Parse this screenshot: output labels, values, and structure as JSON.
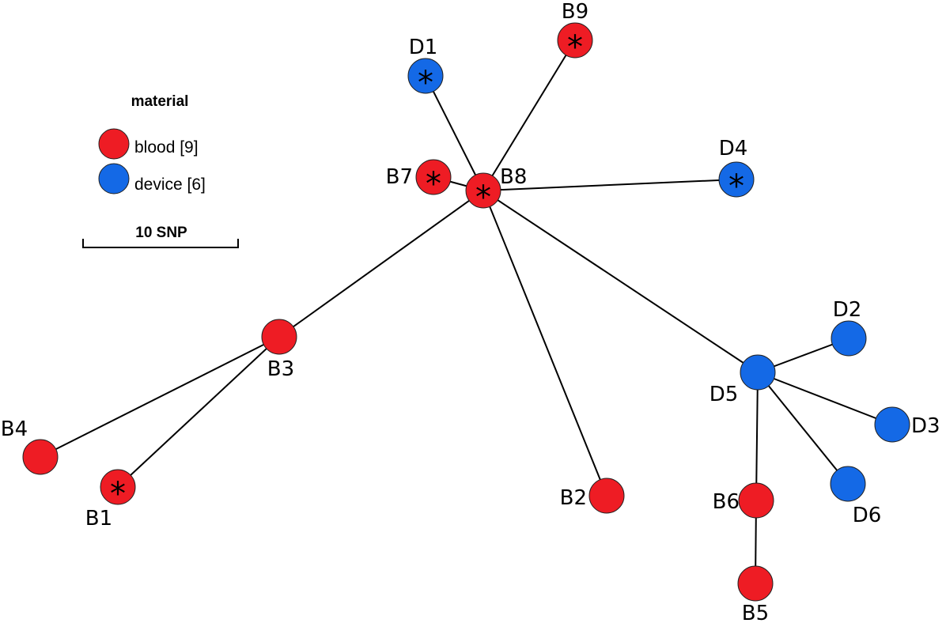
{
  "legend": {
    "title": "material",
    "items": [
      {
        "key": "blood",
        "label": "blood [9]",
        "color": "#ee1c24"
      },
      {
        "key": "device",
        "label": "device [6]",
        "color": "#1469e6"
      }
    ]
  },
  "scale_bar": {
    "label": "10 SNP"
  },
  "star_glyph": "*",
  "nodes": [
    {
      "id": "B8",
      "label": "B8",
      "material": "blood",
      "marked": true
    },
    {
      "id": "B7",
      "label": "B7",
      "material": "blood",
      "marked": true
    },
    {
      "id": "B9",
      "label": "B9",
      "material": "blood",
      "marked": true
    },
    {
      "id": "D1",
      "label": "D1",
      "material": "device",
      "marked": true
    },
    {
      "id": "D4",
      "label": "D4",
      "material": "device",
      "marked": true
    },
    {
      "id": "B3",
      "label": "B3",
      "material": "blood",
      "marked": false
    },
    {
      "id": "B4",
      "label": "B4",
      "material": "blood",
      "marked": false
    },
    {
      "id": "B1",
      "label": "B1",
      "material": "blood",
      "marked": true
    },
    {
      "id": "B2",
      "label": "B2",
      "material": "blood",
      "marked": false
    },
    {
      "id": "D5",
      "label": "D5",
      "material": "device",
      "marked": false
    },
    {
      "id": "D2",
      "label": "D2",
      "material": "device",
      "marked": false
    },
    {
      "id": "D3",
      "label": "D3",
      "material": "device",
      "marked": false
    },
    {
      "id": "D6",
      "label": "D6",
      "material": "device",
      "marked": false
    },
    {
      "id": "B6",
      "label": "B6",
      "material": "blood",
      "marked": false
    },
    {
      "id": "B5",
      "label": "B5",
      "material": "blood",
      "marked": false
    }
  ],
  "edges": [
    [
      "B8",
      "D1"
    ],
    [
      "B8",
      "B9"
    ],
    [
      "B8",
      "B7"
    ],
    [
      "B8",
      "D4"
    ],
    [
      "B8",
      "B3"
    ],
    [
      "B8",
      "B2"
    ],
    [
      "B8",
      "D5"
    ],
    [
      "B3",
      "B4"
    ],
    [
      "B3",
      "B1"
    ],
    [
      "D5",
      "D2"
    ],
    [
      "D5",
      "D3"
    ],
    [
      "D5",
      "D6"
    ],
    [
      "D5",
      "B6"
    ],
    [
      "B6",
      "B5"
    ]
  ]
}
